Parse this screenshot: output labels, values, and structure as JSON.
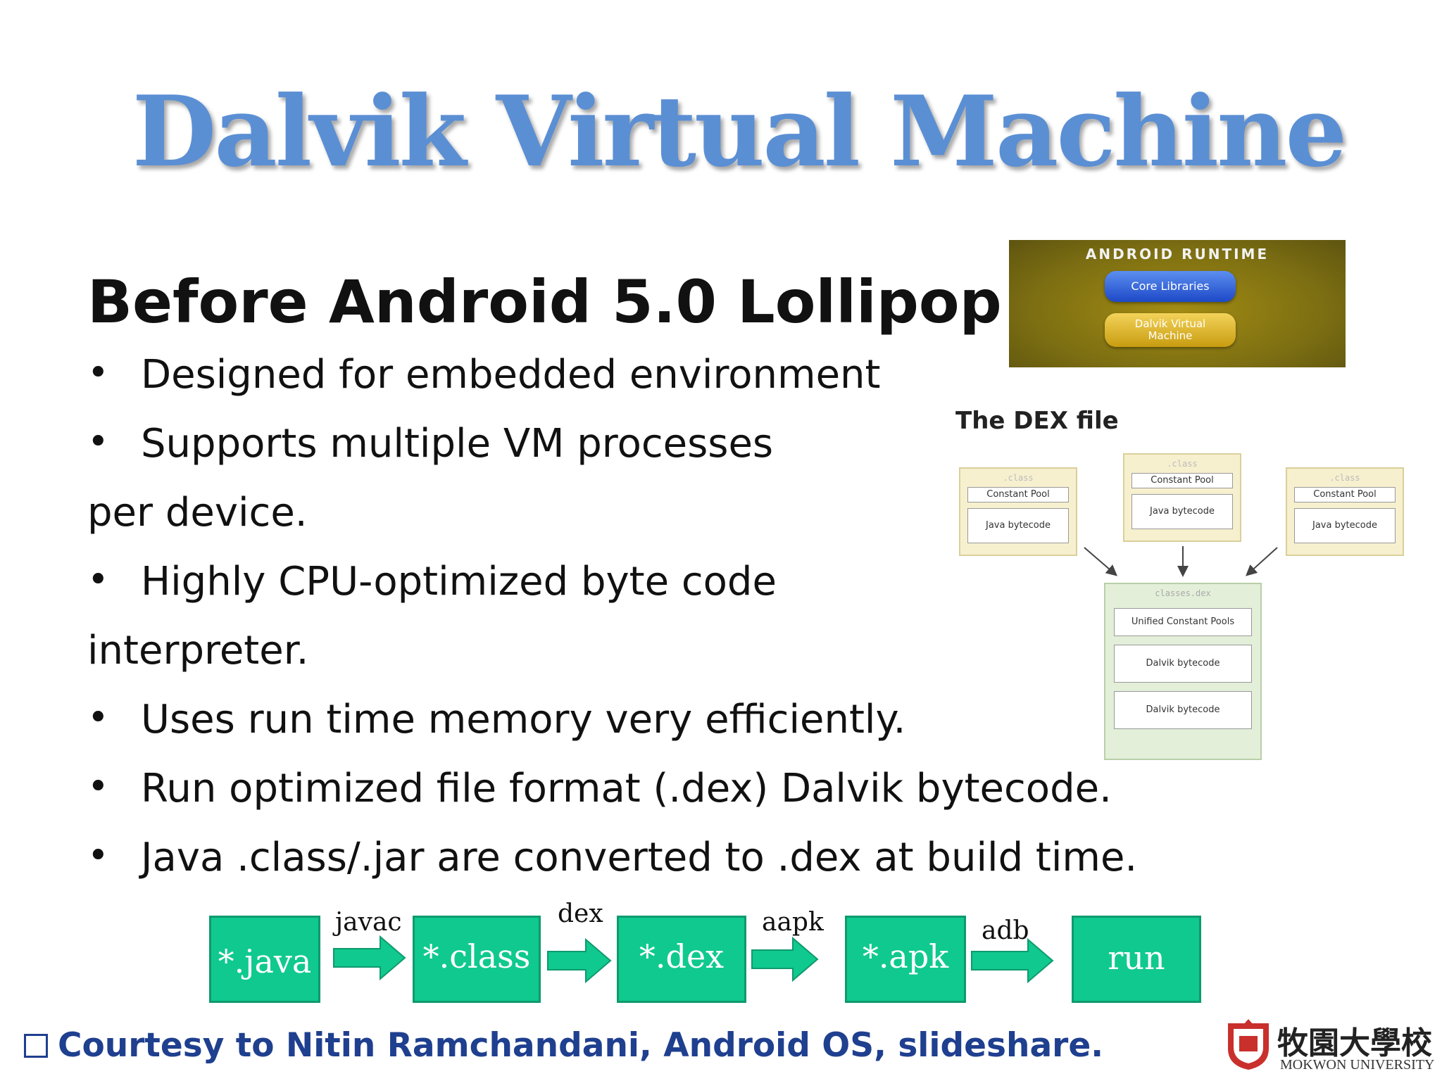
{
  "title": "Dalvik Virtual Machine",
  "subtitle": "Before Android 5.0 Lollipop",
  "bullet_symbol": "•",
  "lines": [
    {
      "bullet": true,
      "text": "Designed for embedded environment"
    },
    {
      "bullet": true,
      "text": "Supports multiple VM processes"
    },
    {
      "bullet": false,
      "text": "per device."
    },
    {
      "bullet": true,
      "text": "Highly CPU-optimized byte code"
    },
    {
      "bullet": false,
      "text": "interpreter."
    },
    {
      "bullet": true,
      "text": "Uses run time memory very efficiently."
    },
    {
      "bullet": true,
      "text": "Run optimized file format (.dex) Dalvik  bytecode."
    },
    {
      "bullet": true,
      "text": "Java .class/.jar are converted to .dex at build time."
    }
  ],
  "runtime": {
    "title": "ANDROID RUNTIME",
    "core": "Core Libraries",
    "dalvik_line1": "Dalvik Virtual",
    "dalvik_line2": "Machine"
  },
  "dex": {
    "title": "The DEX file",
    "class_header": ".class",
    "constant_pool": "Constant Pool",
    "java_bytecode": "Java bytecode",
    "dex_header": "classes.dex",
    "unified": "Unified Constant Pools",
    "dalvik_bytecode": "Dalvik bytecode"
  },
  "flow": {
    "boxes": [
      "*.java",
      "*.class",
      "*.dex",
      "*.apk",
      "run"
    ],
    "labels": [
      "javac",
      "dex",
      "aapk",
      "adb"
    ]
  },
  "courtesy": "Courtesy to Nitin Ramchandani, Android OS, slideshare.",
  "logo": {
    "cjk": "牧園大學校",
    "english": "MOKWON UNIVERSITY"
  },
  "colors": {
    "title": "#5b8fd4",
    "flow_box": "#10c98e",
    "courtesy": "#1f3f8f"
  }
}
